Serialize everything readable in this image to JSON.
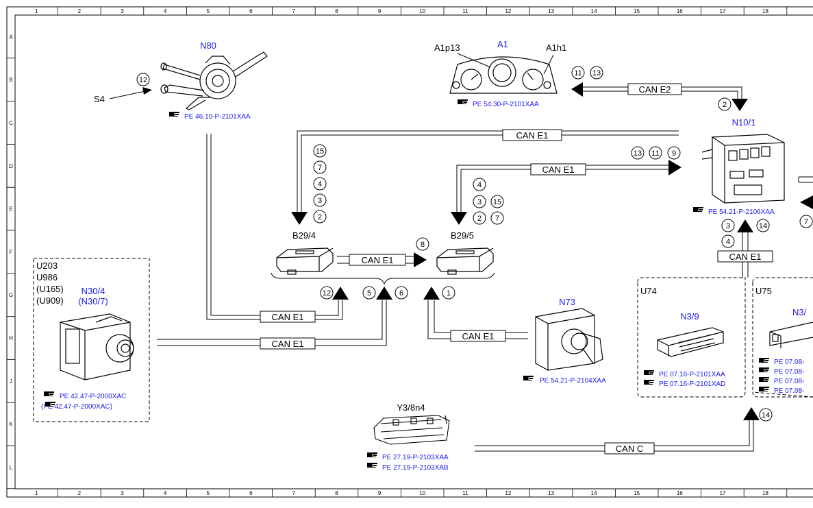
{
  "grid": {
    "columns": [
      "1",
      "2",
      "3",
      "4",
      "5",
      "6",
      "7",
      "8",
      "9",
      "10",
      "11",
      "12",
      "13",
      "14",
      "15",
      "16",
      "17",
      "18"
    ],
    "rows": [
      "A",
      "B",
      "C",
      "D",
      "E",
      "F",
      "G",
      "H",
      "J",
      "K",
      "L"
    ]
  },
  "colors": {
    "accent": "#1a1aee",
    "line": "#000000",
    "background": "#ffffff"
  },
  "bus_labels": {
    "can_e2": "CAN E2",
    "can_e1": "CAN E1",
    "can_c": "CAN C"
  },
  "components": {
    "n80": {
      "code": "N80",
      "callout": "12",
      "switch_label": "S4",
      "ref": "PE 46.10-P-2101XAA"
    },
    "a1": {
      "code": "A1",
      "left_label": "A1p13",
      "right_label": "A1h1",
      "ref": "PE 54.30-P-2101XAA"
    },
    "n10_1": {
      "code": "N10/1",
      "ref": "PE 54.21-P-2106XAA"
    },
    "b29_4": {
      "code": "B29/4"
    },
    "b29_5": {
      "code": "B29/5"
    },
    "n30_4": {
      "variants": [
        "U203",
        "U986",
        "(U165)",
        "(U909)"
      ],
      "code": "N30/4",
      "alt_code": "(N30/7)",
      "refs": [
        "PE 42.47-P-2000XAC",
        "(PE 42.47-P-2000XAC)"
      ]
    },
    "n73": {
      "code": "N73",
      "ref": "PE 54.21-P-2104XAA"
    },
    "n3_9": {
      "variant": "U74",
      "code": "N3/9",
      "refs": [
        "PE 07.16-P-2101XAA",
        "PE 07.16-P-2101XAD"
      ]
    },
    "n3_10": {
      "variant": "U75",
      "code": "N3/",
      "refs": [
        "PE 07.08-",
        "PE 07.08-",
        "PE 07.08-",
        "PE 07.08-"
      ]
    },
    "y3_8n4": {
      "code": "Y3/8n4",
      "refs": [
        "PE 27.19-P-2103XAA",
        "PE 27.19-P-2103XAB"
      ]
    }
  },
  "callouts": {
    "a1_11": "11",
    "a1_13": "13",
    "n10_in": "2",
    "b4_15": "15",
    "b4_7": "7",
    "b4_4": "4",
    "b4_3": "3",
    "b4_2": "2",
    "n10_13": "13",
    "n10_11": "11",
    "n10_9": "9",
    "b5_4": "4",
    "b5_3": "3",
    "b5_15": "15",
    "b5_2": "2",
    "b5_7": "7",
    "b4_to_b5": "8",
    "n80_12": "12",
    "n30_5": "5",
    "n30_6": "6",
    "n73_1": "1",
    "n10_3": "3",
    "n10_4": "4",
    "n10_14": "14",
    "u75_14": "14",
    "right_edge_7": "7"
  },
  "ref_icon": "pointing-hand-icon"
}
